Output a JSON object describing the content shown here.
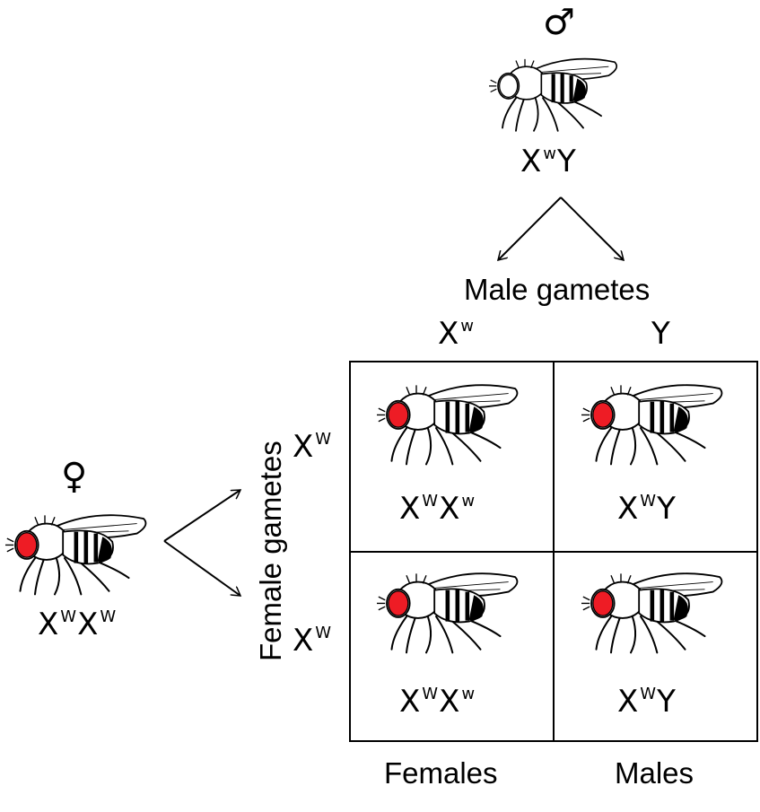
{
  "male_parent": {
    "symbol": "♂",
    "genotype": {
      "base": "X",
      "sup": "w",
      "tail": "Y"
    },
    "eye_color": "#ffffff"
  },
  "female_parent": {
    "symbol": "♀",
    "genotype": {
      "base1": "X",
      "sup1": "W",
      "base2": "X",
      "sup2": "W"
    },
    "eye_color": "#ee1c25"
  },
  "male_gametes": {
    "label": "Male gametes",
    "items": [
      {
        "base": "X",
        "sup": "w"
      },
      {
        "base": "Y",
        "sup": ""
      }
    ]
  },
  "female_gametes": {
    "label": "Female gametes",
    "items": [
      {
        "base": "X",
        "sup": "W"
      },
      {
        "base": "X",
        "sup": "W"
      }
    ]
  },
  "punnett": {
    "cells": [
      {
        "b1": "X",
        "s1": "W",
        "b2": "X",
        "s2": "w",
        "eye_color": "#ee1c25"
      },
      {
        "b1": "X",
        "s1": "W",
        "b2": "Y",
        "s2": "",
        "eye_color": "#ee1c25"
      },
      {
        "b1": "X",
        "s1": "W",
        "b2": "X",
        "s2": "w",
        "eye_color": "#ee1c25"
      },
      {
        "b1": "X",
        "s1": "W",
        "b2": "Y",
        "s2": "",
        "eye_color": "#ee1c25"
      }
    ],
    "column_labels": [
      "Females",
      "Males"
    ]
  }
}
